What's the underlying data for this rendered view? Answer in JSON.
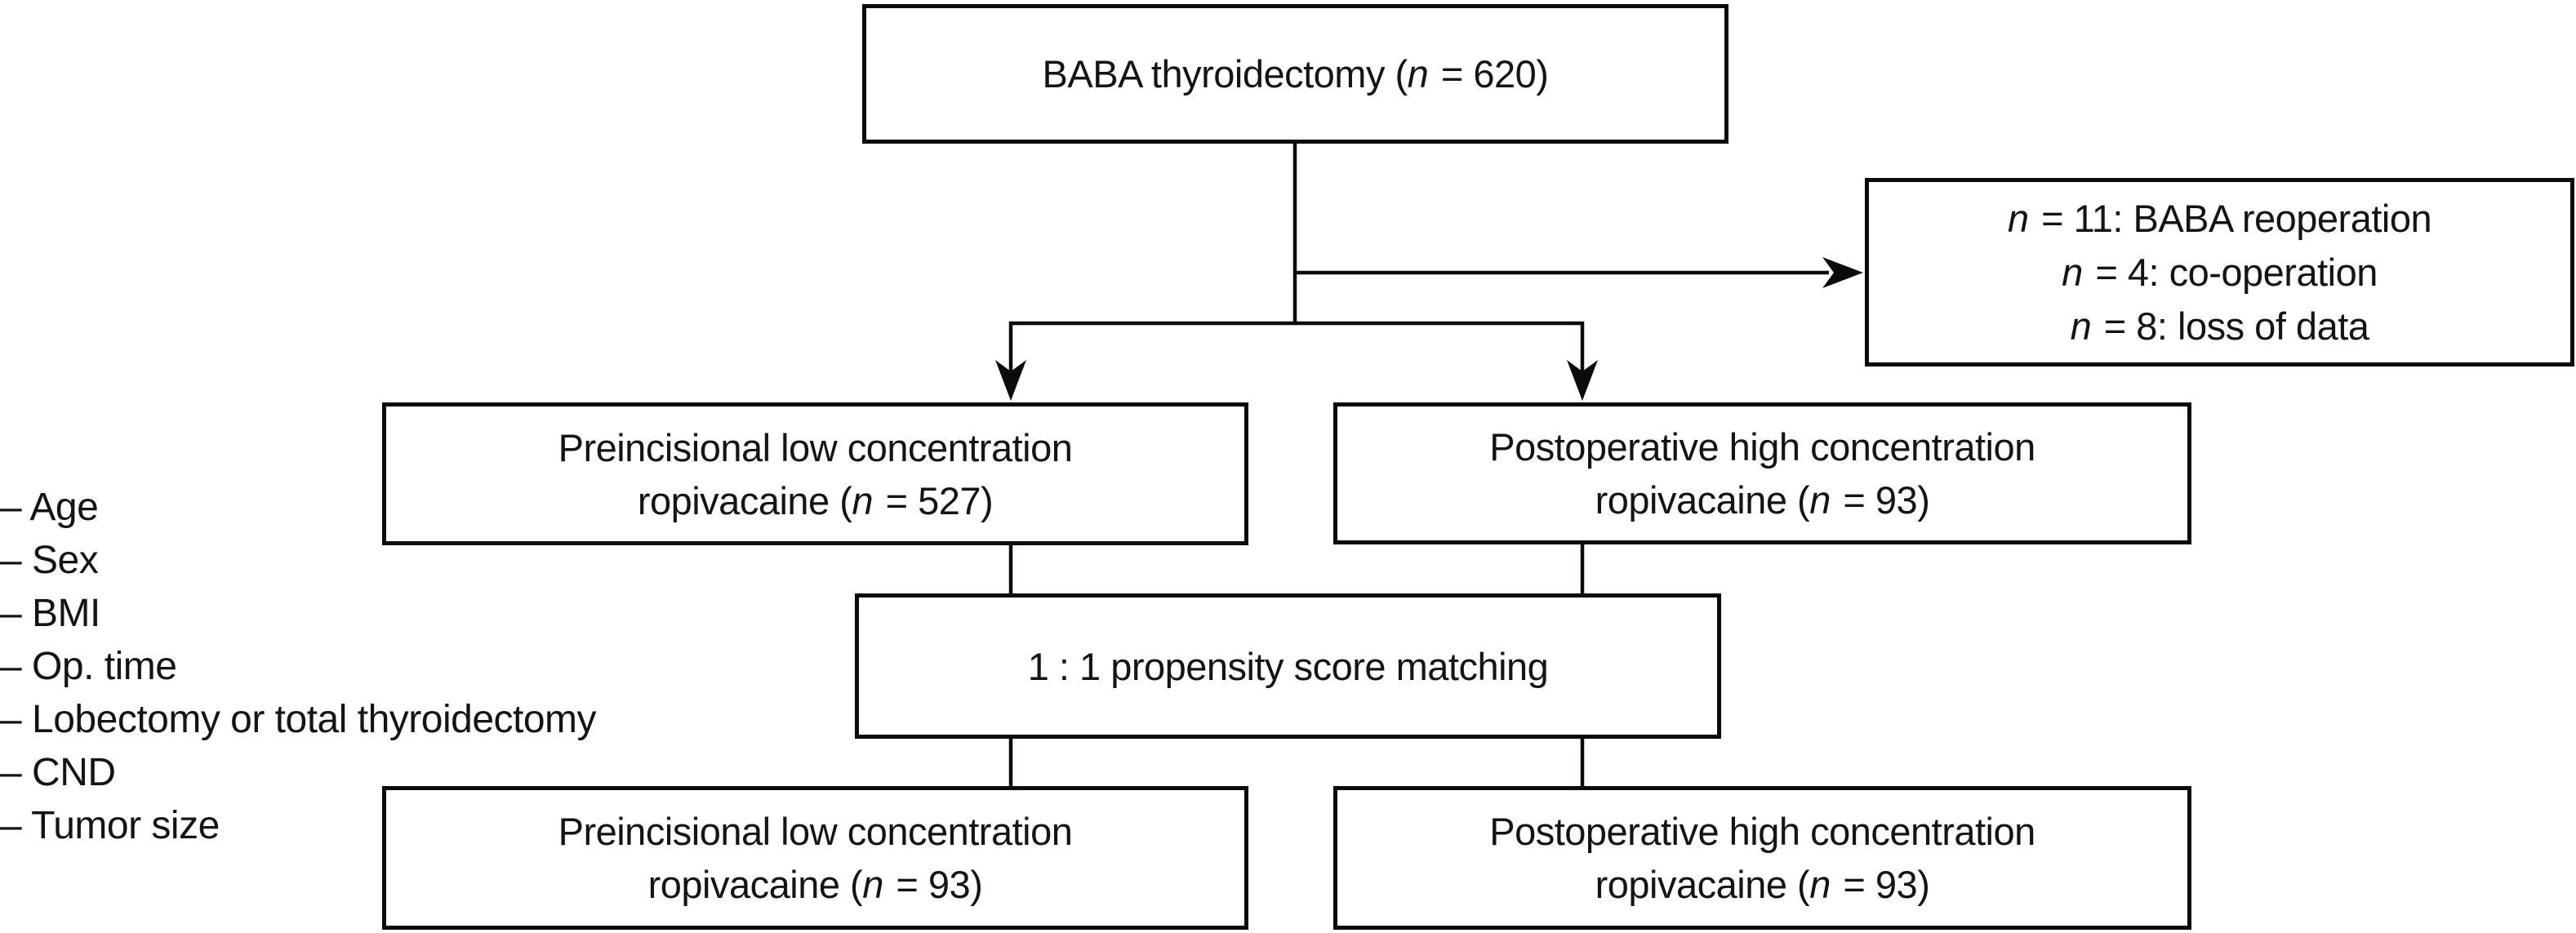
{
  "figure": {
    "background_color": "#ffffff",
    "line_color": "#0b0b0b",
    "text_color": "#141414"
  },
  "covariates": {
    "items": [
      "– Age",
      "– Sex",
      "– BMI",
      "– Op. time",
      "– Lobectomy or total thyroidectomy",
      "– CND",
      "– Tumor size"
    ]
  },
  "boxes": {
    "top": {
      "lines": [
        [
          {
            "t": "BABA thyroidectomy ("
          },
          {
            "t": "n",
            "i": true
          },
          {
            "t": " = 620)"
          }
        ]
      ]
    },
    "exclusions": {
      "lines": [
        [
          {
            "t": "n",
            "i": true
          },
          {
            "t": " = 11: BABA reoperation"
          }
        ],
        [
          {
            "t": "n",
            "i": true
          },
          {
            "t": " = 4: co-operation"
          }
        ],
        [
          {
            "t": "n",
            "i": true
          },
          {
            "t": " = 8: loss of data"
          }
        ]
      ]
    },
    "mid_left": {
      "lines": [
        [
          {
            "t": "Preincisional low concentration"
          }
        ],
        [
          {
            "t": "ropivacaine ("
          },
          {
            "t": "n",
            "i": true
          },
          {
            "t": " = 527)"
          }
        ]
      ]
    },
    "mid_right": {
      "lines": [
        [
          {
            "t": "Postoperative high concentration"
          }
        ],
        [
          {
            "t": "ropivacaine ("
          },
          {
            "t": "n",
            "i": true
          },
          {
            "t": " = 93)"
          }
        ]
      ]
    },
    "matching": {
      "lines": [
        [
          {
            "t": "1 : 1 propensity score matching"
          }
        ]
      ]
    },
    "bottom_left": {
      "lines": [
        [
          {
            "t": "Preincisional low concentration"
          }
        ],
        [
          {
            "t": "ropivacaine ("
          },
          {
            "t": "n",
            "i": true
          },
          {
            "t": " = 93)"
          }
        ]
      ]
    },
    "bottom_right": {
      "lines": [
        [
          {
            "t": "Postoperative high concentration"
          }
        ],
        [
          {
            "t": "ropivacaine ("
          },
          {
            "t": "n",
            "i": true
          },
          {
            "t": " = 93)"
          }
        ]
      ]
    }
  }
}
